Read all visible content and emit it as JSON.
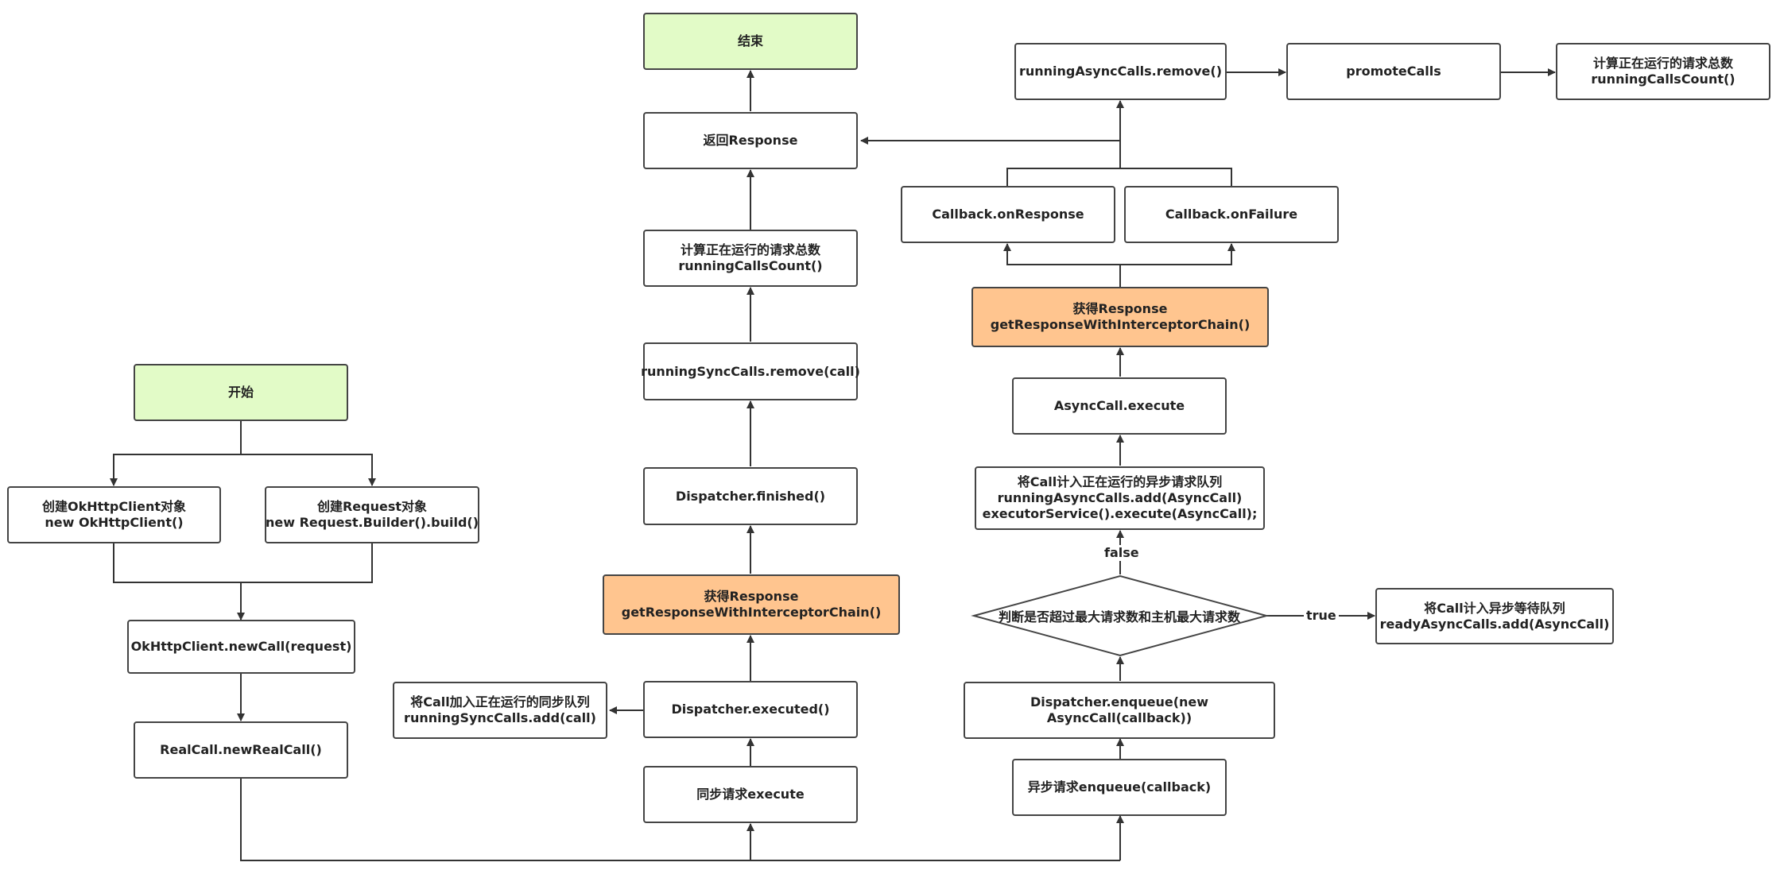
{
  "nodes": {
    "start": "开始",
    "create_client": [
      "创建OkHttpClient对象",
      "new OkHttpClient()"
    ],
    "create_request": [
      "创建Request对象",
      "new Request.Builder().build()"
    ],
    "new_call": "OkHttpClient.newCall(request)",
    "new_real_call": "RealCall.newRealCall()",
    "sync_execute": "同步请求execute",
    "dispatcher_executed": "Dispatcher.executed()",
    "sync_add": [
      "将Call加入正在运行的同步队列",
      "runningSyncCalls.add(call)"
    ],
    "sync_get_response": [
      "获得Response",
      "getResponseWithInterceptorChain()"
    ],
    "dispatcher_finished": "Dispatcher.finished()",
    "sync_remove": "runningSyncCalls.remove(call)",
    "sync_count": [
      "计算正在运行的请求总数",
      "runningCallsCount()"
    ],
    "return_response": "返回Response",
    "end": "结束",
    "async_enqueue": "异步请求enqueue(callback)",
    "dispatcher_enqueue": [
      "Dispatcher.enqueue(new",
      "AsyncCall(callback))"
    ],
    "decision": "判断是否超过最大请求数和主机最大请求数",
    "ready_add": [
      "将Call计入异步等待队列",
      "readyAsyncCalls.add(AsyncCall)"
    ],
    "running_add": [
      "将Call计入正在运行的异步请求队列",
      "runningAsyncCalls.add(AsyncCall)",
      "executorService().execute(AsyncCall);"
    ],
    "async_call_execute": "AsyncCall.execute",
    "async_get_response": [
      "获得Response",
      "getResponseWithInterceptorChain()"
    ],
    "on_response": "Callback.onResponse",
    "on_failure": "Callback.onFailure",
    "async_remove": "runningAsyncCalls.remove()",
    "promote_calls": "promoteCalls",
    "async_count": [
      "计算正在运行的请求总数",
      "runningCallsCount()"
    ]
  },
  "edge_labels": {
    "true_label": "true",
    "false_label": "false"
  },
  "colors": {
    "terminal_fill": "#e2fbc7",
    "highlight_fill": "#ffc58f",
    "line": "#333333"
  }
}
